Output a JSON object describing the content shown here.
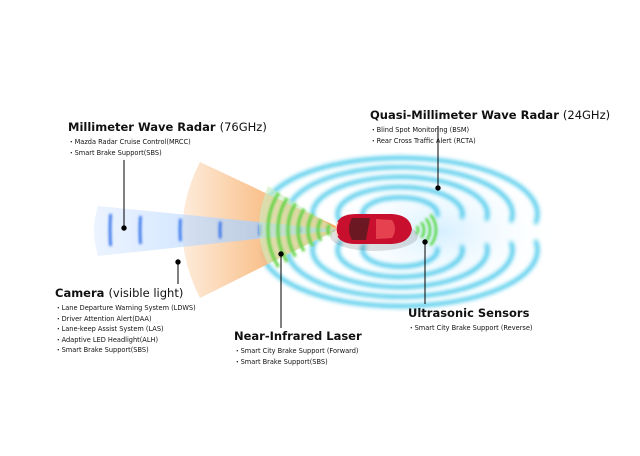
{
  "labels": {
    "mmw": {
      "title": "Millimeter Wave Radar",
      "title_suffix": "(76GHz)",
      "items": [
        "Mazda Radar Cruise Control(MRCC)",
        "Smart Brake Support(SBS)"
      ]
    },
    "quasi": {
      "title": "Quasi-Millimeter Wave Radar",
      "title_suffix": "(24GHz)",
      "items": [
        "Blind Spot Monitoring (BSM)",
        "Rear Cross Traffic Alert (RCTA)"
      ]
    },
    "camera": {
      "title": "Camera",
      "title_suffix": "(visible light)",
      "items": [
        "Lane Departure Warning System (LDWS)",
        "Driver Attention Alert(DAA)",
        "Lane-keep Assist System (LAS)",
        "Adaptive LED Headlight(ALH)",
        "Smart Brake Support(SBS)"
      ]
    },
    "nir": {
      "title": "Near-Infrared Laser",
      "items": [
        "Smart City Brake Support (Forward)",
        "Smart Brake Support(SBS)"
      ]
    },
    "ultrasonic": {
      "title": "Ultrasonic Sensors",
      "items": [
        "Smart City Brake Support (Reverse)"
      ]
    }
  },
  "colors": {
    "camera_cone": "#f7a85e",
    "nir_cone": "#5fd23f",
    "mmw_beam": "#2f6fe8",
    "quasi_wave": "#22bde6",
    "ultrasonic_wave": "#4ad632",
    "car_body": "#c8102e"
  }
}
